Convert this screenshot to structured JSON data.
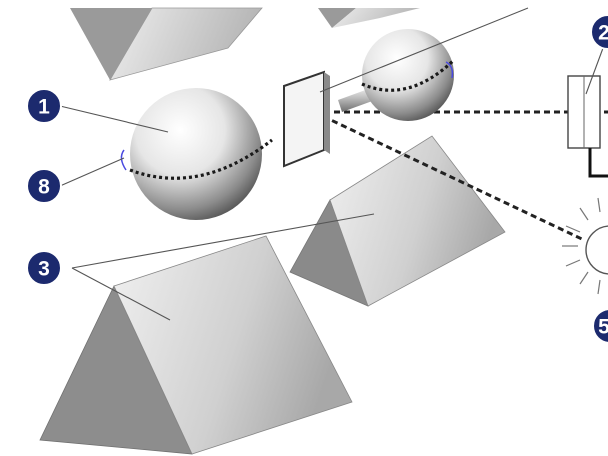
{
  "callouts": [
    {
      "id": "1",
      "label": "1"
    },
    {
      "id": "8",
      "label": "8"
    },
    {
      "id": "3",
      "label": "3"
    },
    {
      "id": "2",
      "label": "2"
    },
    {
      "id": "5",
      "label": "5"
    }
  ],
  "colors": {
    "badge": "#1c2a6e",
    "prism_light": "#d9d9d9",
    "prism_dark": "#8a8a8a",
    "beam": "#222222"
  },
  "icons": [
    "sphere",
    "prism",
    "mirror-plate",
    "light-source",
    "detector"
  ]
}
